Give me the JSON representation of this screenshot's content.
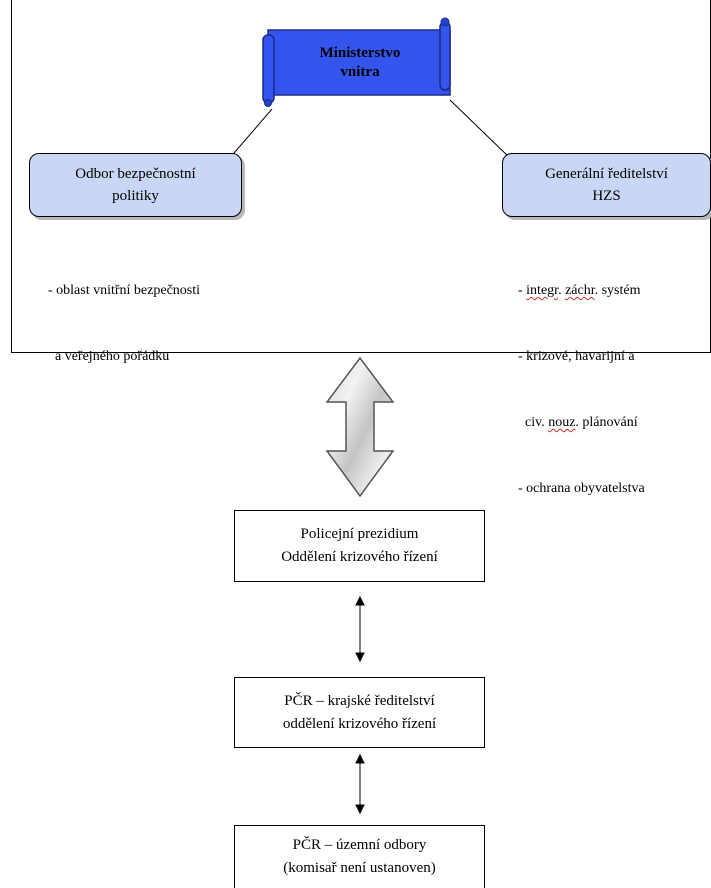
{
  "ministry": {
    "line1": "Ministerstvo",
    "line2": "vnitra",
    "color": "#3355ee"
  },
  "department_left": {
    "line1": "Odbor bezpečnostní",
    "line2": "politiky",
    "bullets": [
      "- oblast vnitřní bezpečnosti",
      "  a veřejného pořádku"
    ]
  },
  "department_right": {
    "line1": "Generální ředitelství",
    "line2": "HZS",
    "bullets": [
      {
        "pre": "- ",
        "w1": "integr",
        "mid1": ". ",
        "w2": "záchr",
        "post": ". systém"
      },
      {
        "text": "- krizové, havarijní a"
      },
      {
        "pre": "  civ. ",
        "w1": "nouz",
        "post": ". plánování"
      },
      {
        "text": "- ochrana obyvatelstva"
      }
    ],
    "color": "#c9d6f5"
  },
  "boxes": [
    {
      "line1": "Policejní prezidium",
      "line2": "Oddělení krizového řízení"
    },
    {
      "line1": "PČR – krajské ředitelství",
      "line2": "oddělení krizového řízení"
    },
    {
      "line1": "PČR – územní odbory",
      "line2": "(komisař není ustanoven)"
    }
  ]
}
